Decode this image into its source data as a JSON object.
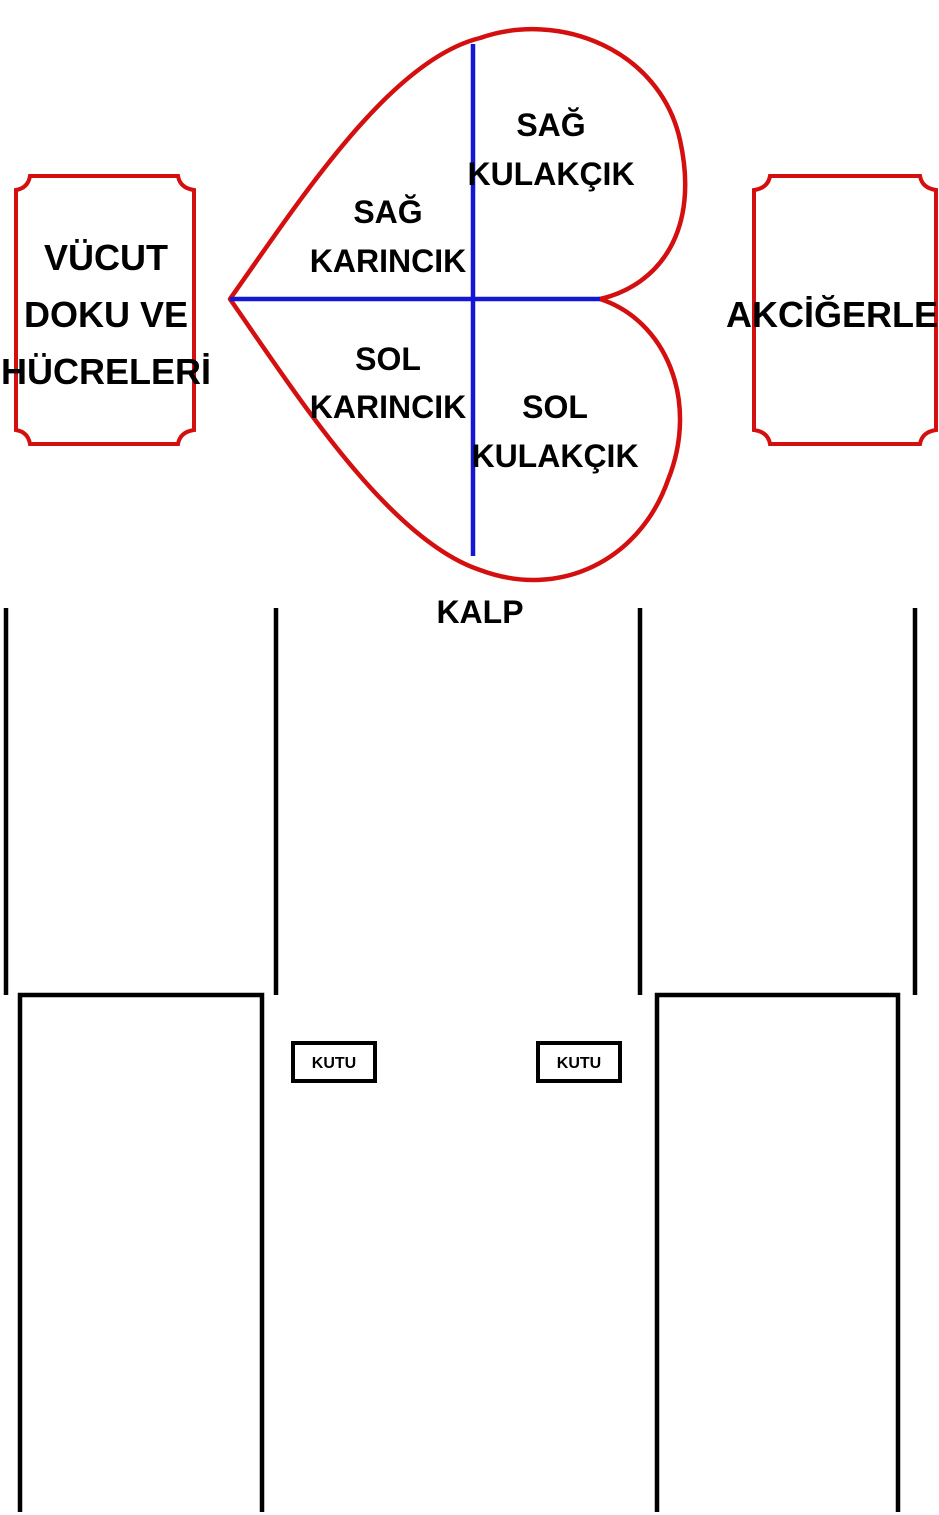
{
  "colors": {
    "heart_outline": "#d40f0f",
    "heart_dividers": "#1416d6",
    "frame_outline": "#d40f0f",
    "lines": "#000000",
    "text": "#000000"
  },
  "left_card": {
    "lines": [
      "VÜCUT",
      "DOKU VE",
      "HÜCRELERİ"
    ]
  },
  "right_card": {
    "lines": [
      "AKCİĞERLER"
    ]
  },
  "heart": {
    "caption": "KALP",
    "chambers": {
      "right_atrium": [
        "SAĞ",
        "KULAKÇIK"
      ],
      "right_ventricle": [
        "SAĞ",
        "KARINCIK"
      ],
      "left_ventricle": [
        "SOL",
        "KARINCIK"
      ],
      "left_atrium": [
        "SOL",
        "KULAKÇIK"
      ]
    }
  },
  "boxes": {
    "left_box": "KUTU",
    "right_box": "KUTU"
  }
}
